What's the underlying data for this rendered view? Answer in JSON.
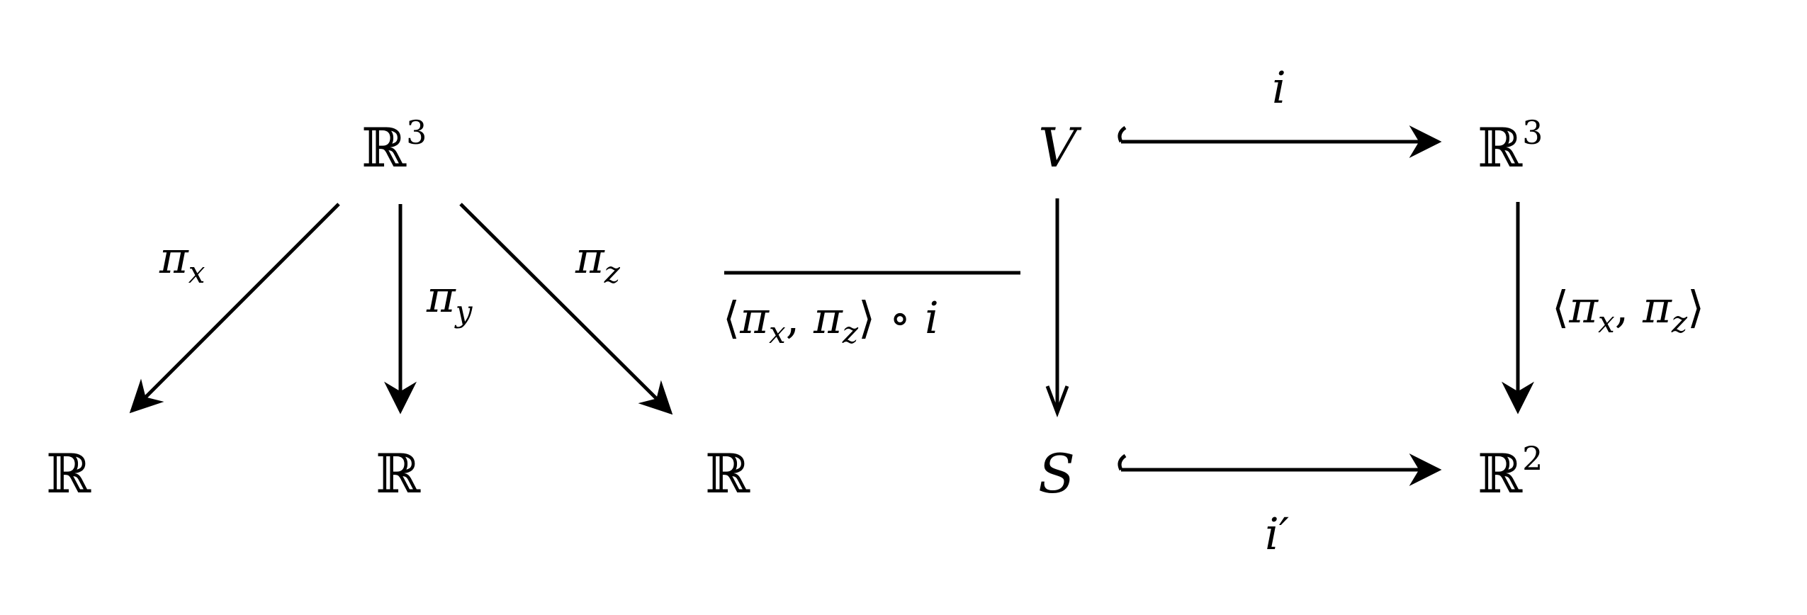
{
  "left_diagram": {
    "nodes": {
      "top": {
        "base": "ℝ",
        "sup": "3"
      },
      "left": {
        "base": "ℝ"
      },
      "mid": {
        "base": "ℝ"
      },
      "right": {
        "base": "ℝ"
      }
    },
    "labels": {
      "pi_x": {
        "main": "π",
        "sub": "x"
      },
      "pi_y": {
        "main": "π",
        "sub": "y"
      },
      "pi_z": {
        "main": "π",
        "sub": "z"
      }
    }
  },
  "right_diagram": {
    "nodes": {
      "V": "V",
      "R3": {
        "base": "ℝ",
        "sup": "3"
      },
      "S": "S",
      "R2": {
        "base": "ℝ",
        "sup": "2"
      }
    },
    "labels": {
      "top": "i",
      "bottom": "i′",
      "right": {
        "open": "⟨",
        "pi1": "π",
        "sub1": "x",
        "comma": ", ",
        "pi2": "π",
        "sub2": "z",
        "close": "⟩"
      },
      "left": {
        "open": "⟨",
        "pi1": "π",
        "sub1": "x",
        "comma": ", ",
        "pi2": "π",
        "sub2": "z",
        "close": "⟩",
        "compose": " ∘ ",
        "i": "i"
      }
    }
  }
}
